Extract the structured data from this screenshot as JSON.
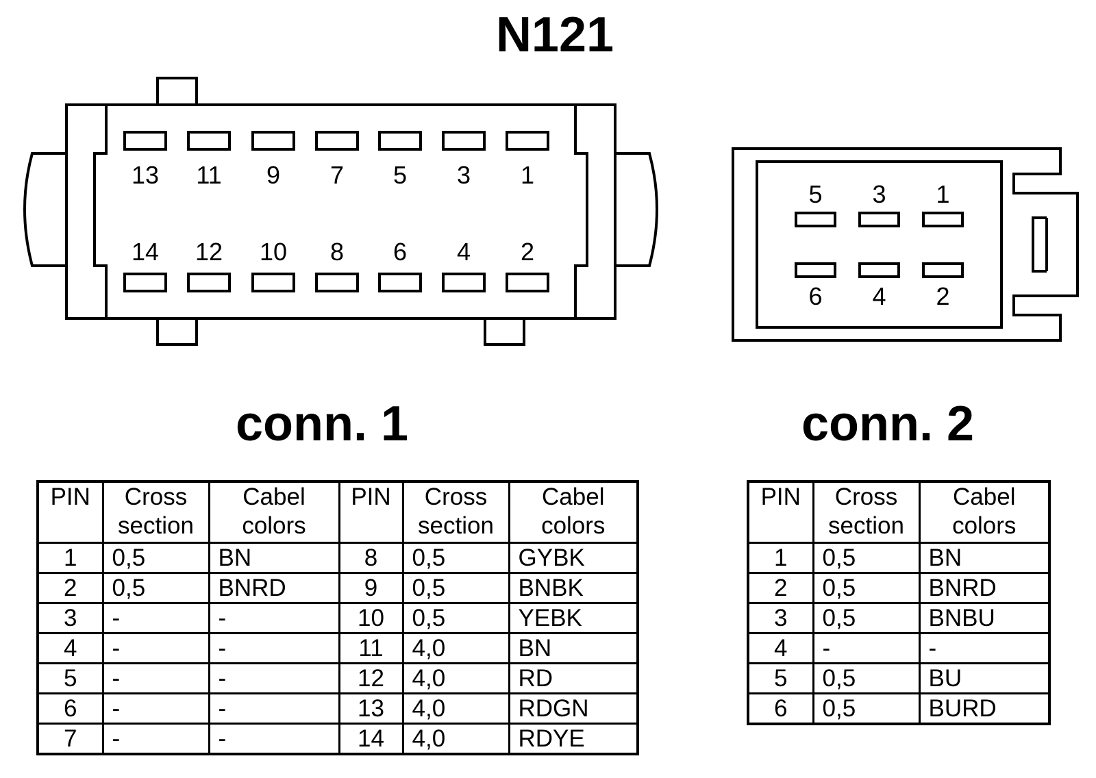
{
  "title": "N121",
  "connector1": {
    "heading": "conn. 1",
    "top_pins": [
      "13",
      "11",
      "9",
      "7",
      "5",
      "3",
      "1"
    ],
    "bottom_pins": [
      "14",
      "12",
      "10",
      "8",
      "6",
      "4",
      "2"
    ],
    "table": {
      "headers": [
        {
          "line1": "PIN",
          "line2": ""
        },
        {
          "line1": "Cross",
          "line2": "section"
        },
        {
          "line1": "Cabel",
          "line2": "colors"
        },
        {
          "line1": "PIN",
          "line2": ""
        },
        {
          "line1": "Cross",
          "line2": "section"
        },
        {
          "line1": "Cabel",
          "line2": "colors"
        }
      ],
      "rows": [
        [
          "1",
          "0,5",
          "BN",
          "8",
          "0,5",
          "GYBK"
        ],
        [
          "2",
          "0,5",
          "BNRD",
          "9",
          "0,5",
          "BNBK"
        ],
        [
          "3",
          "-",
          "-",
          "10",
          "0,5",
          "YEBK"
        ],
        [
          "4",
          "-",
          "-",
          "11",
          "4,0",
          "BN"
        ],
        [
          "5",
          "-",
          "-",
          "12",
          "4,0",
          "RD"
        ],
        [
          "6",
          "-",
          "-",
          "13",
          "4,0",
          "RDGN"
        ],
        [
          "7",
          "-",
          "-",
          "14",
          "4,0",
          "RDYE"
        ]
      ]
    }
  },
  "connector2": {
    "heading": "conn. 2",
    "top_pins": [
      "5",
      "3",
      "1"
    ],
    "bottom_pins": [
      "6",
      "4",
      "2"
    ],
    "table": {
      "headers": [
        {
          "line1": "PIN",
          "line2": ""
        },
        {
          "line1": "Cross",
          "line2": "section"
        },
        {
          "line1": "Cabel",
          "line2": "colors"
        }
      ],
      "rows": [
        [
          "1",
          "0,5",
          "BN"
        ],
        [
          "2",
          "0,5",
          "BNRD"
        ],
        [
          "3",
          "0,5",
          "BNBU"
        ],
        [
          "4",
          "-",
          "-"
        ],
        [
          "5",
          "0,5",
          "BU"
        ],
        [
          "6",
          "0,5",
          "BURD"
        ]
      ]
    }
  }
}
